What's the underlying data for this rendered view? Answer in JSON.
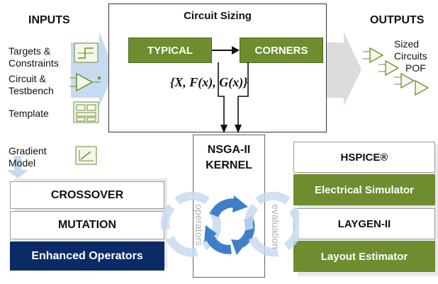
{
  "inputs": {
    "heading": "INPUTS",
    "items": [
      {
        "label_line1": "Targets &",
        "label_line2": "Constraints",
        "icon": "step-function-icon"
      },
      {
        "label_line1": "Circuit &",
        "label_line2": "Testbench",
        "icon": "amplifier-circuit-icon"
      },
      {
        "label_line1": "Template",
        "icon": "layout-template-icon"
      },
      {
        "label_line1": "Gradient",
        "label_line2": "Model",
        "icon": "gradient-plot-icon"
      }
    ]
  },
  "outputs": {
    "heading": "OUTPUTS",
    "label_line1": "Sized",
    "label_line2": "Circuits",
    "label_line3": "POF"
  },
  "sizing": {
    "title": "Circuit Sizing",
    "typical": "TYPICAL",
    "corners": "CORNERS",
    "formula": "{X, F(x), G(x)}"
  },
  "kernel": {
    "line1": "NSGA-II",
    "line2": "KERNEL"
  },
  "left_stack": {
    "crossover": "CROSSOVER",
    "mutation": "MUTATION",
    "enhanced": "Enhanced Operators",
    "side_label": "operators"
  },
  "right_stack": {
    "hspice": "HSPICE®",
    "simulator": "Electrical Simulator",
    "laygen": "LAYGEN-II",
    "estimator": "Layout Estimator",
    "side_label": "evaluation"
  },
  "colors": {
    "green": "#6e8d2f",
    "navy": "#0b2a66",
    "cycle_blue": "#3f7fc8",
    "arrow_light": "#c6dbef"
  }
}
